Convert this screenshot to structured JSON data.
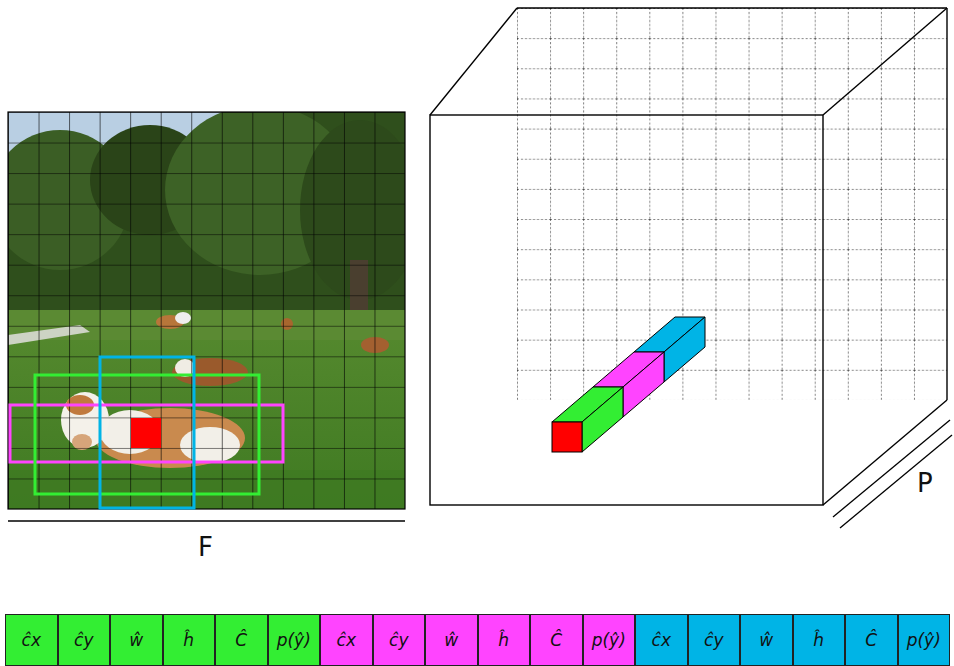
{
  "diagram": {
    "nodes": [
      {
        "text": [
          "ĉx"
        ]
      },
      {
        "text": [
          "ĉy"
        ]
      },
      {
        "text": [
          "ŵ"
        ]
      },
      {
        "text": [
          "ĥ"
        ]
      },
      {
        "text": [
          "Ĉ"
        ]
      },
      {
        "text": [
          "p(ŷ)"
        ]
      },
      {
        "text": [
          "ĉx"
        ]
      },
      {
        "text": [
          "ĉy"
        ]
      },
      {
        "text": [
          "ŵ"
        ]
      },
      {
        "text": [
          "ĥ"
        ]
      },
      {
        "text": [
          "Ĉ"
        ]
      },
      {
        "text": [
          "p(ŷ)"
        ]
      },
      {
        "text": [
          "ĉx"
        ]
      },
      {
        "text": [
          "ĉy"
        ]
      },
      {
        "text": [
          "ŵ"
        ]
      },
      {
        "text": [
          "ĥ"
        ]
      },
      {
        "text": [
          "Ĉ"
        ]
      },
      {
        "text": [
          "p(ŷ)"
        ]
      }
    ],
    "edges": [],
    "labels": [
      "F",
      "P"
    ]
  }
}
